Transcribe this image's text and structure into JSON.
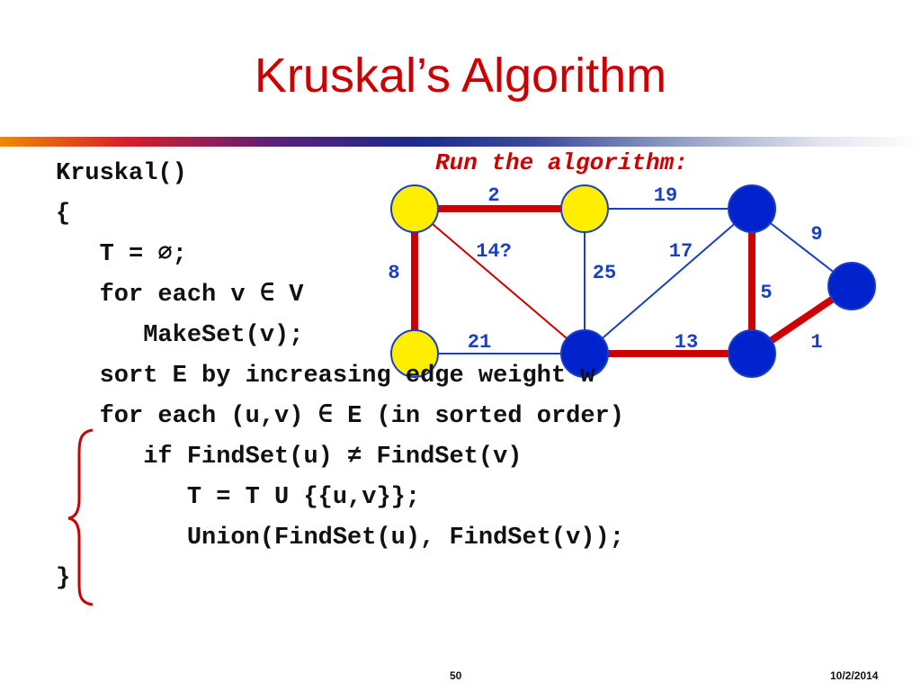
{
  "slide": {
    "title": "Kruskal’s Algorithm",
    "run_caption": "Run the algorithm:",
    "page_number": "50",
    "date": "10/2/2014"
  },
  "code_lines": [
    "Kruskal()",
    "{",
    "   T = ∅;",
    "   for each v ∈ V",
    "      MakeSet(v);",
    "   sort E by increasing edge weight w",
    "   for each (u,v) ∈ E (in sorted order)",
    "      if FindSet(u) ≠ FindSet(v)",
    "         T = T U {{u,v}};",
    "         Union(FindSet(u), FindSet(v));",
    "}"
  ],
  "graph": {
    "colors": {
      "selected_edge": "#cc0000",
      "pending_edge": "#cc0000",
      "unselected_edge": "#1a3fc4",
      "yellow_node": "#ffee00",
      "blue_node": "#0022cc",
      "node_stroke": "#1a3fc4",
      "weight_label": "#1a3fc4"
    },
    "weights": [
      "2",
      "19",
      "14?",
      "17",
      "9",
      "8",
      "25",
      "5",
      "21",
      "13",
      "1"
    ],
    "node_states": {
      "top_left": "yellow",
      "top_middle": "yellow",
      "top_right": "blue",
      "right": "blue",
      "bottom_left": "yellow",
      "bottom_middle": "blue",
      "bottom_right": "blue"
    }
  }
}
